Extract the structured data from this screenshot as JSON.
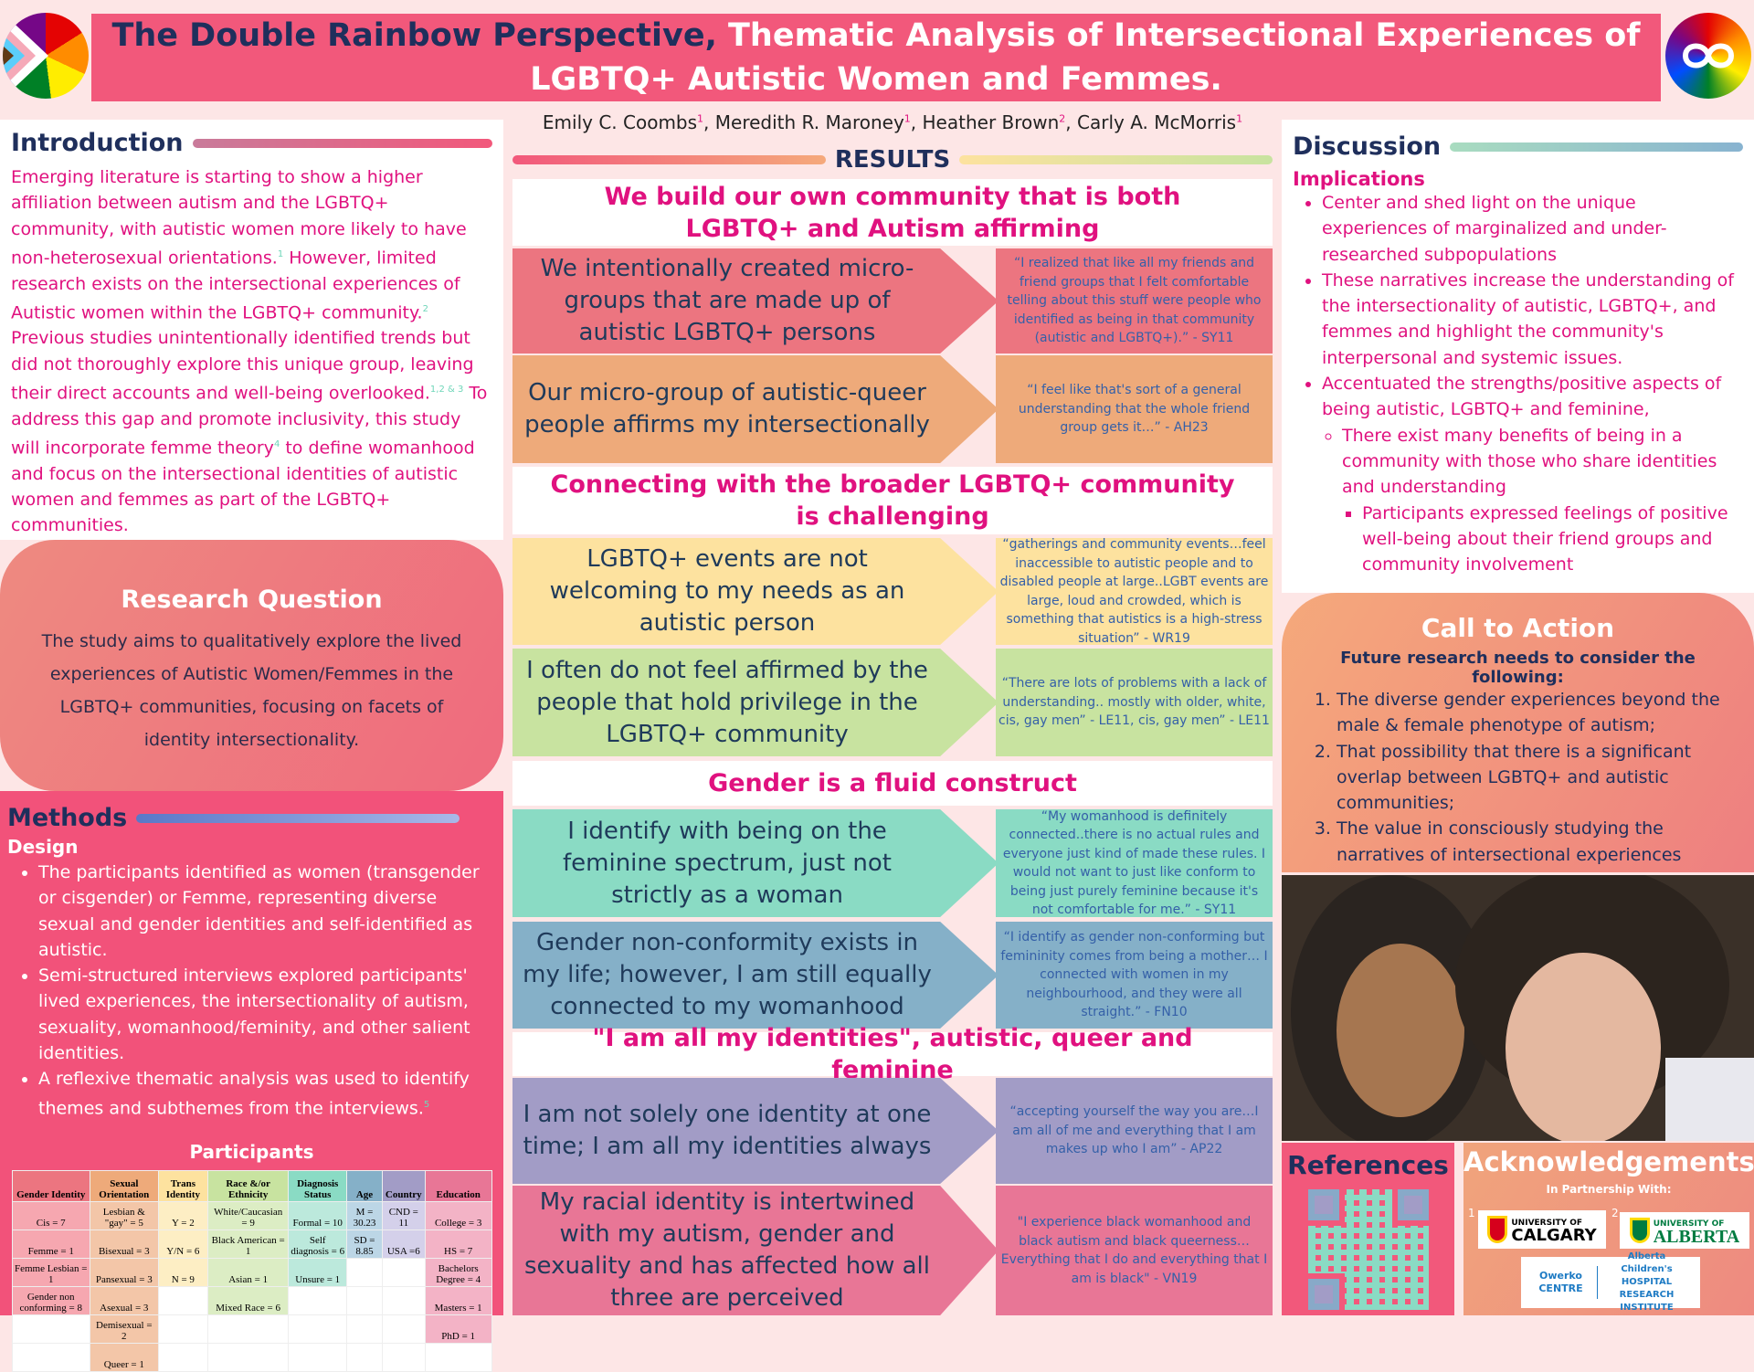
{
  "title": {
    "part1": "The Double Rainbow Perspective,",
    "part2": " Thematic Analysis of Intersectional Experiences of LGBTQ+ Autistic Women and Femmes."
  },
  "authors": [
    {
      "name": "Emily C. Coombs",
      "sup": "1"
    },
    {
      "name": "Meredith R. Maroney",
      "sup": "1"
    },
    {
      "name": "Heather Brown",
      "sup": "2"
    },
    {
      "name": "Carly A. McMorris",
      "sup": "1"
    }
  ],
  "introduction": {
    "heading": "Introduction",
    "segments": [
      {
        "text": "Emerging literature is starting to show a higher affiliation between autism and the LGBTQ+ community, with autistic women more likely to have non-heterosexual orientations.",
        "sup": "1"
      },
      {
        "text": " However, limited research exists on the intersectional experiences of Autistic women within the LGBTQ+ community.",
        "sup": "2"
      },
      {
        "text": " Previous studies unintentionally identified trends but did not thoroughly explore this unique group, leaving their direct accounts and well-being overlooked.",
        "sup": "1,2 & 3"
      },
      {
        "text": " To address this gap and promote inclusivity, this study will incorporate femme theory",
        "sup": "4"
      },
      {
        "text": " to define womanhood and focus on the intersectional identities of autistic women and femmes as part of the LGBTQ+ communities.",
        "sup": ""
      }
    ]
  },
  "research_question": {
    "heading": "Research Question",
    "text": "The study aims to qualitatively explore the lived experiences of Autistic Women/Femmes in the LGBTQ+ communities, focusing on facets of identity intersectionality."
  },
  "methods": {
    "heading": "Methods",
    "design_label": "Design",
    "bullets": [
      "The participants identified as women (transgender or cisgender) or Femme, representing diverse sexual and gender identities and self-identified as autistic.",
      "Semi-structured interviews explored participants' lived experiences, the intersectionality of autism, sexuality, womanhood/feminity, and other salient identities.",
      "A reflexive thematic analysis was used to identify themes and subthemes from the interviews."
    ],
    "last_sup": "5",
    "participants_title": "Participants",
    "table": {
      "headers": [
        "Gender Identity",
        "Sexual Orientation",
        "Trans Identity",
        "Race &/or Ethnicity",
        "Diagnosis Status",
        "Age",
        "Country",
        "Education"
      ],
      "header_colors": [
        "#ec7580",
        "#eeaa7a",
        "#fde29f",
        "#c8e3a0",
        "#8adbc4",
        "#85b0c8",
        "#a29cc6",
        "#e87696"
      ],
      "cell_colors": [
        "#f6a7b0",
        "#f3c6a8",
        "#fdeec4",
        "#dcedc4",
        "#bce9dc",
        "#bcd6e6",
        "#d4d0ea",
        "#f3b3c6"
      ],
      "rows": [
        [
          "Cis = 7",
          "Lesbian & \"gay\" = 5",
          "Y = 2",
          "White/Caucasian = 9",
          "Formal = 10",
          "M = 30.23",
          "CND = 11",
          "College = 3"
        ],
        [
          "Femme = 1",
          "Bisexual = 3",
          "Y/N = 6",
          "Black American = 1",
          "Self diagnosis = 6",
          "SD = 8.85",
          "USA =6",
          "HS = 7"
        ],
        [
          "Femme Lesbian = 1",
          "Pansexual = 3",
          "N = 9",
          "Asian = 1",
          "Unsure = 1",
          "",
          "",
          "Bachelors Degree = 4"
        ],
        [
          "Gender non conforming = 8",
          "Asexual = 3",
          "",
          "Mixed Race = 6",
          "",
          "",
          "",
          "Masters = 1"
        ],
        [
          "",
          "Demisexual = 2",
          "",
          "",
          "",
          "",
          "",
          "PhD = 1"
        ],
        [
          "",
          "Queer = 1",
          "",
          "",
          "",
          "",
          "",
          ""
        ]
      ]
    }
  },
  "results": {
    "heading": "RESULTS",
    "themes": [
      {
        "title": "We build our own community that is both LGBTQ+ and Autism affirming",
        "subthemes": [
          {
            "text": "We intentionally created micro-groups that are made up of autistic LGBTQ+ persons",
            "quote": "“I realized that like all my friends and friend groups that I felt comfortable telling about this stuff were people who identified as being in that community (autistic and LGBTQ+).” - SY11",
            "color": "#ec7580",
            "quote_color": "#ec7580"
          },
          {
            "text": "Our micro-group of autistic-queer people affirms my intersectionally",
            "quote": "“I feel like that's sort of a general understanding that the whole friend group gets it…” - AH23",
            "color": "#eeaa7a",
            "quote_color": "#eeaa7a"
          }
        ]
      },
      {
        "title": "Connecting with the broader LGBTQ+ community is challenging",
        "subthemes": [
          {
            "text": "LGBTQ+ events are not welcoming to my needs as an autistic person",
            "quote": "“gatherings and community events…feel inaccessible to autistic people and to disabled people at large..LGBT events are large, loud and crowded, which is something that autistics is a high-stress situation” - WR19",
            "color": "#fde29f",
            "quote_color": "#fde29f"
          },
          {
            "text": "I often do not feel affirmed by the people that hold privilege in the LGBTQ+ community",
            "quote": "“There are lots of problems with a lack of understanding.. mostly with older, white, cis, gay men” - LE11, cis, gay men” - LE11",
            "color": "#c8e3a0",
            "quote_color": "#c8e3a0"
          }
        ]
      },
      {
        "title": "Gender is a fluid construct",
        "subthemes": [
          {
            "text": "I identify with being on the feminine spectrum, just not strictly as a woman",
            "quote": "“My womanhood is definitely connected..there is no actual rules and everyone just kind of made these rules. I would not want to just like conform to being just purely feminine because it's not comfortable for me.” - SY11",
            "color": "#8adbc4",
            "quote_color": "#8adbc4"
          },
          {
            "text": "Gender non-conformity exists in my life; however, I am still equally connected to my womanhood",
            "quote": "“I identify as gender non-conforming but femininity comes from being a mother… I connected with women in my neighbourhood, and they were all straight.” - FN10",
            "color": "#85b0c8",
            "quote_color": "#85b0c8"
          }
        ]
      },
      {
        "title": "\"I am all my identities\", autistic, queer and feminine",
        "subthemes": [
          {
            "text": "I am not solely one identity at one time; I am all my identities always",
            "quote": "“accepting yourself the way you are…I am all of me and everything that I am makes up who I am” - AP22",
            "color": "#a29cc6",
            "quote_color": "#a29cc6"
          },
          {
            "text": "My racial identity is intertwined with my autism, gender and sexuality and has affected how all three are perceived",
            "quote": "\"I experience black womanhood and black autism and black queerness… Everything that I do and everything that I am is black\" - VN19",
            "color": "#e87696",
            "quote_color": "#e87696"
          }
        ]
      }
    ]
  },
  "discussion": {
    "heading": "Discussion",
    "implications_label": "Implications",
    "bullets": [
      "Center and shed light on the unique experiences of marginalized and under-researched subpopulations",
      "These narratives increase the understanding of the intersectionality of autistic, LGBTQ+, and femmes and highlight the community's interpersonal and systemic issues.",
      "Accentuated the strengths/positive aspects of being autistic, LGBTQ+ and feminine,"
    ],
    "sub_bullet": "There exist many benefits of being in a community with those who share identities and understanding",
    "sub_sub_bullet": "Participants expressed feelings of positive well-being about their friend groups and community involvement"
  },
  "call_to_action": {
    "heading": "Call to Action",
    "intro": "Future research needs to consider the following:",
    "items": [
      "The diverse gender experiences beyond the male & female phenotype of autism;",
      "That possibility that there is a significant overlap between LGBTQ+ and autistic communities;",
      "The value in consciously studying the narratives of intersectional experiences"
    ]
  },
  "references": {
    "heading": "References"
  },
  "acknowledgements": {
    "heading": "Acknowledgements",
    "partner_label": "In Partnership With:",
    "logos": [
      {
        "num": "1",
        "line1": "UNIVERSITY OF",
        "line2": "CALGARY"
      },
      {
        "num": "2",
        "line1": "UNIVERSITY OF",
        "line2": "ALBERTA"
      },
      {
        "line1": "Owerko CENTRE",
        "line2": "Alberta Children's HOSPITAL RESEARCH INSTITUTE"
      }
    ]
  }
}
